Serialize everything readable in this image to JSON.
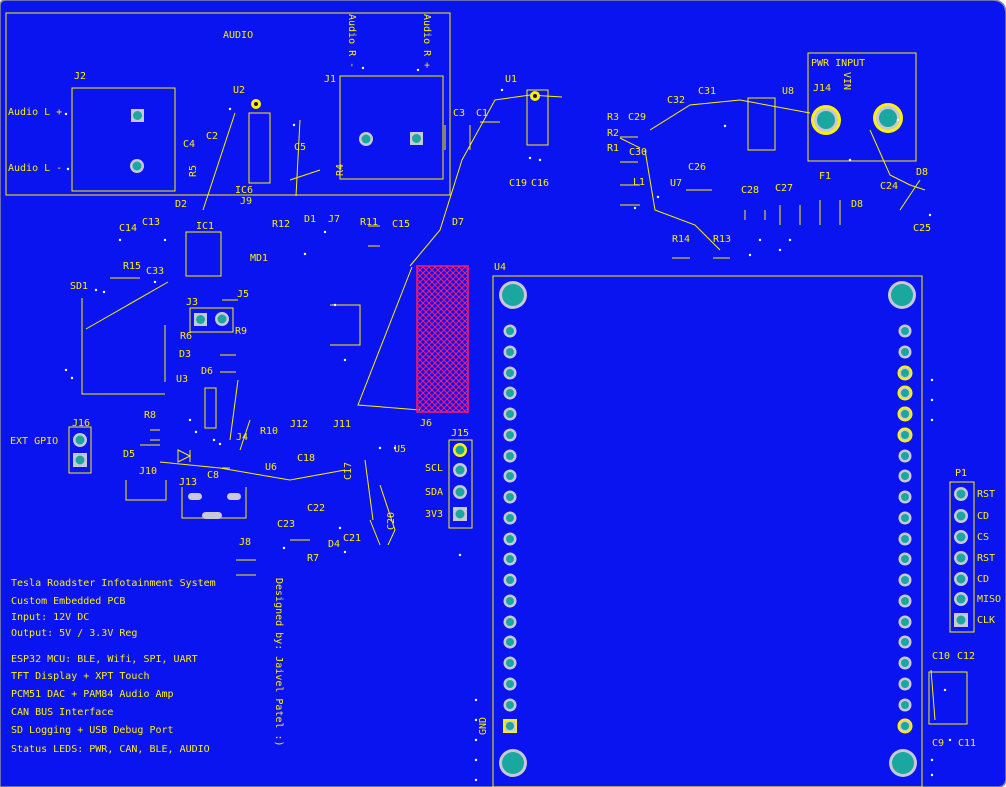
{
  "colors": {
    "board": "#0a14f0",
    "silk": "#fff200",
    "pad": "#1aa7a0",
    "white": "#ffffff",
    "keepout": "#ff1a66"
  },
  "blocks": {
    "audio": "AUDIO",
    "pwr_input": "PWR INPUT",
    "vin": "VIN",
    "ext_gpio": "EXT GPIO",
    "gnd": "GND"
  },
  "audio_left": {
    "plus": "Audio L +",
    "minus": "Audio L -"
  },
  "audio_right": {
    "minus": "Audio R -",
    "plus": "Audio R +"
  },
  "i2c": {
    "scl": "SCL",
    "sda": "SDA",
    "v33": "3V3"
  },
  "p1_pins": [
    "RST",
    "CD",
    "CS",
    "RST",
    "CD",
    "MISO",
    "CLK"
  ],
  "refs": {
    "J1": "J1",
    "J2": "J2",
    "J3": "J3",
    "J4": "J4",
    "J5": "J5",
    "J6": "J6",
    "J7": "J7",
    "J8": "J8",
    "J9": "J9",
    "J10": "J10",
    "J11": "J11",
    "J12": "J12",
    "J13": "J13",
    "J14": "J14",
    "J15": "J15",
    "J16": "J16",
    "U1": "U1",
    "U2": "U2",
    "U3": "U3",
    "U4": "U4",
    "U5": "U5",
    "U6": "U6",
    "U7": "U7",
    "U8": "U8",
    "IC1": "IC1",
    "IC6": "IC6",
    "MD1": "MD1",
    "SD1": "SD1",
    "P1": "P1",
    "F1": "F1",
    "L1": "L1",
    "C1": "C1",
    "C2": "C2",
    "C3": "C3",
    "C4": "C4",
    "C5": "C5",
    "C8": "C8",
    "C9": "C9",
    "C10": "C10",
    "C11": "C11",
    "C12": "C12",
    "C13": "C13",
    "C14": "C14",
    "C15": "C15",
    "C16": "C16",
    "C17": "C17",
    "C18": "C18",
    "C19": "C19",
    "C20": "C20",
    "C21": "C21",
    "C22": "C22",
    "C23": "C23",
    "C24": "C24",
    "C25": "C25",
    "C26": "C26",
    "C27": "C27",
    "C28": "C28",
    "C29": "C29",
    "C30": "C30",
    "C31": "C31",
    "C32": "C32",
    "C33": "C33",
    "R1": "R1",
    "R2": "R2",
    "R3": "R3",
    "R4": "R4",
    "R5": "R5",
    "R6": "R6",
    "R7": "R7",
    "R8": "R8",
    "R9": "R9",
    "R10": "R10",
    "R11": "R11",
    "R12": "R12",
    "R13": "R13",
    "R14": "R14",
    "R15": "R15",
    "D1": "D1",
    "D2": "D2",
    "D3": "D3",
    "D4": "D4",
    "D5": "D5",
    "D6": "D6",
    "D7": "D7",
    "D8a": "D8",
    "D8b": "D8"
  },
  "notes": [
    "Tesla Roadster Infotainment System",
    "Custom Embedded PCB",
    "Input: 12V DC",
    "Output: 5V / 3.3V Reg",
    "ESP32 MCU: BLE, Wifi, SPI, UART",
    "TFT Display + XPT Touch",
    "PCM51 DAC + PAM84 Audio Amp",
    "CAN BUS Interface",
    "SD Logging + USB Debug Port",
    "Status LEDS: PWR, CAN, BLE, AUDIO"
  ],
  "credit": "Designed by: Jaivel Patel :)"
}
